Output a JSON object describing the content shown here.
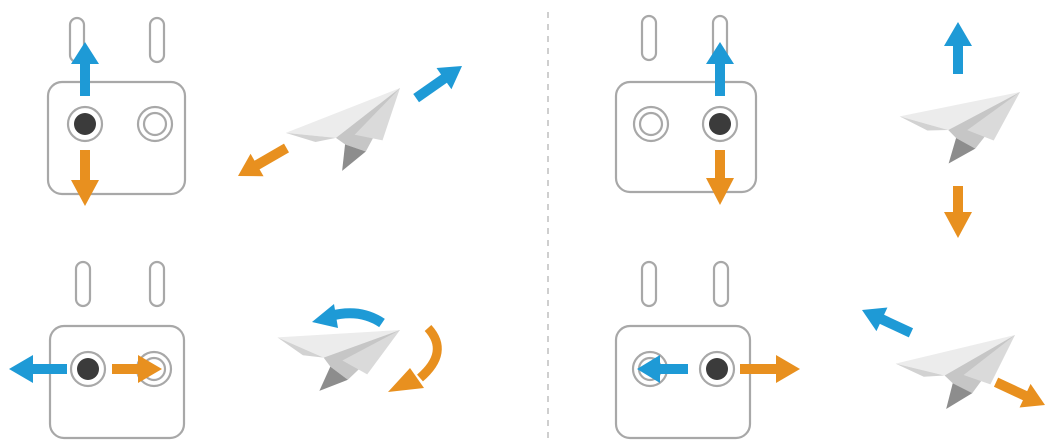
{
  "colors": {
    "up_blue": "#1e9ad6",
    "down_orange": "#e8901f",
    "outline": "#a8a8a8",
    "stick_dark": "#3b3b3b",
    "divider": "#b5b5b5",
    "plane_light": "#e6e6e6",
    "plane_mid": "#c4c4c4",
    "plane_dark": "#8c8c8c"
  },
  "panels": [
    {
      "id": "left-stick-vertical",
      "active_stick": "left",
      "stick_motion": "up-down",
      "blue_arrow": "up",
      "orange_arrow": "down",
      "aircraft_motion": "forward-backward",
      "icons": [
        "controller-icon",
        "paper-plane-icon",
        "arrow-up-icon",
        "arrow-down-icon"
      ]
    },
    {
      "id": "right-stick-vertical",
      "active_stick": "right",
      "stick_motion": "up-down",
      "blue_arrow": "up",
      "orange_arrow": "down",
      "aircraft_motion": "ascend-descend",
      "icons": [
        "controller-icon",
        "paper-plane-icon",
        "arrow-up-icon",
        "arrow-down-icon"
      ]
    },
    {
      "id": "left-stick-horizontal",
      "active_stick": "left",
      "stick_motion": "left-right",
      "blue_arrow": "left",
      "orange_arrow": "right",
      "aircraft_motion": "rotate",
      "icons": [
        "controller-icon",
        "paper-plane-icon",
        "arrow-left-icon",
        "arrow-right-icon",
        "curved-arrow-icon"
      ]
    },
    {
      "id": "right-stick-horizontal",
      "active_stick": "right",
      "stick_motion": "left-right",
      "blue_arrow": "left",
      "orange_arrow": "right",
      "aircraft_motion": "strafe-left-right",
      "icons": [
        "controller-icon",
        "paper-plane-icon",
        "arrow-left-icon",
        "arrow-right-icon"
      ]
    }
  ]
}
